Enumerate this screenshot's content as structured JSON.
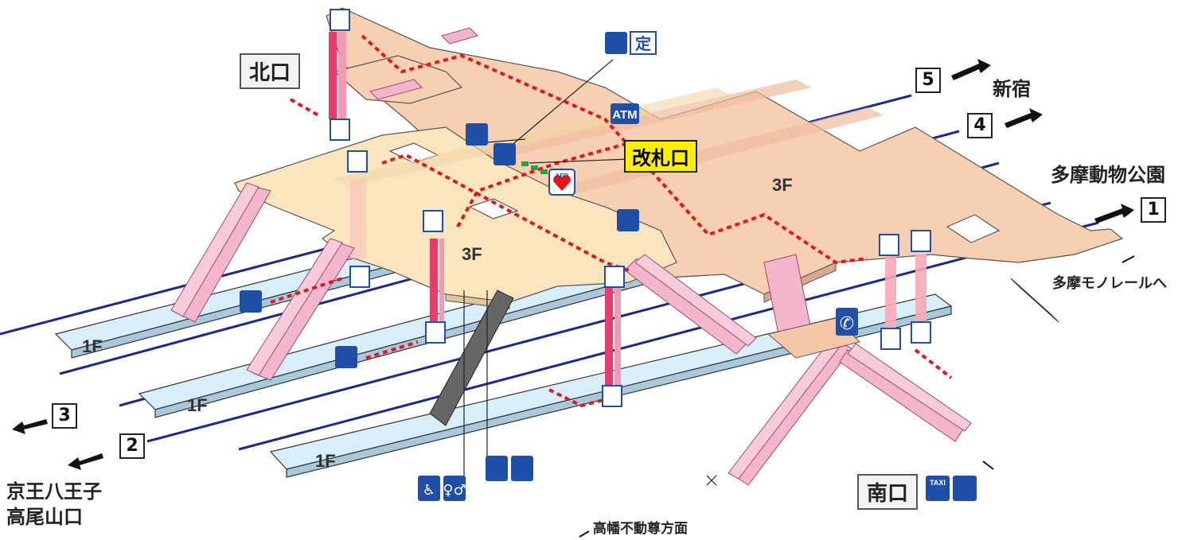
{
  "exits": {
    "north": "北口",
    "south": "南口"
  },
  "ticket_gate": "改札口",
  "floors": {
    "upper": "3F",
    "ground": "1F"
  },
  "platforms": [
    {
      "number": "1",
      "destination": "多摩動物公園"
    },
    {
      "number": "2",
      "destination": "京王八王子\n高尾山口"
    },
    {
      "number": "3",
      "destination": ""
    },
    {
      "number": "4",
      "destination": ""
    },
    {
      "number": "5",
      "destination": "新宿"
    }
  ],
  "destinations": {
    "shinjuku": "新宿",
    "tama_zoo": "多摩動物公園",
    "keio_hachioji": "京王八王子",
    "takaosanguchi": "高尾山口",
    "monorail": "多摩モノレールへ",
    "takahata_fudo": "高幡不動尊方面"
  },
  "icons": {
    "atm_text": "ATM",
    "commuter_pass_text": "定",
    "aed_text": "AED",
    "taxi_text": "TAXI"
  },
  "colors": {
    "concourse_3f": "#f7cfb2",
    "concourse_3f_west": "#fbe5bf",
    "platform": "#d8eef8",
    "track": "#1a237e",
    "escalator": "#f4b6cc",
    "elevator_shaft": "#e83d6c",
    "route": "#e8141c",
    "icon_blue": "#1f4fa8",
    "gate_label_bg": "#ffee00"
  }
}
